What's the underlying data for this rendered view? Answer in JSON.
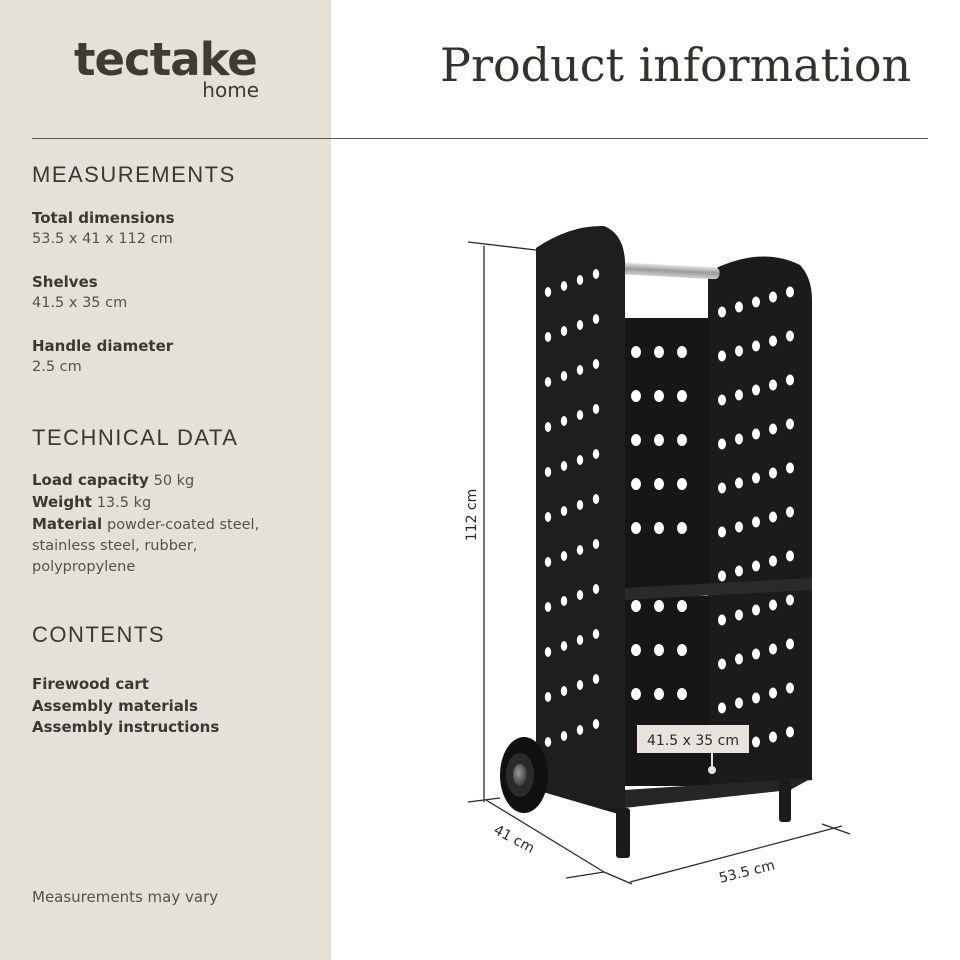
{
  "brand": {
    "name": "tectake",
    "sub": "home"
  },
  "title": "Product information",
  "measurements": {
    "heading": "MEASUREMENTS",
    "items": [
      {
        "label": "Total dimensions",
        "value": "53.5 x 41 x 112 cm"
      },
      {
        "label": "Shelves",
        "value": "41.5 x 35 cm"
      },
      {
        "label": "Handle diameter",
        "value": "2.5 cm"
      }
    ]
  },
  "technical": {
    "heading": "TECHNICAL DATA",
    "load_label": "Load capacity",
    "load_value": "50 kg",
    "weight_label": "Weight",
    "weight_value": "13.5 kg",
    "material_label": "Material",
    "material_value_1": "powder-coated steel,",
    "material_value_2": "stainless steel, rubber,",
    "material_value_3": "polypropylene"
  },
  "contents": {
    "heading": "CONTENTS",
    "items": [
      "Firewood cart",
      "Assembly materials",
      "Assembly instructions"
    ]
  },
  "footnote": "Measurements may vary",
  "dimensions": {
    "height": "112 cm",
    "depth": "41 cm",
    "width": "53.5 cm",
    "shelf": "41.5 x 35 cm"
  },
  "colors": {
    "sidebar": "#e4e1d9",
    "cart": "#1b1b1b",
    "tag": "#e8e4dc"
  }
}
